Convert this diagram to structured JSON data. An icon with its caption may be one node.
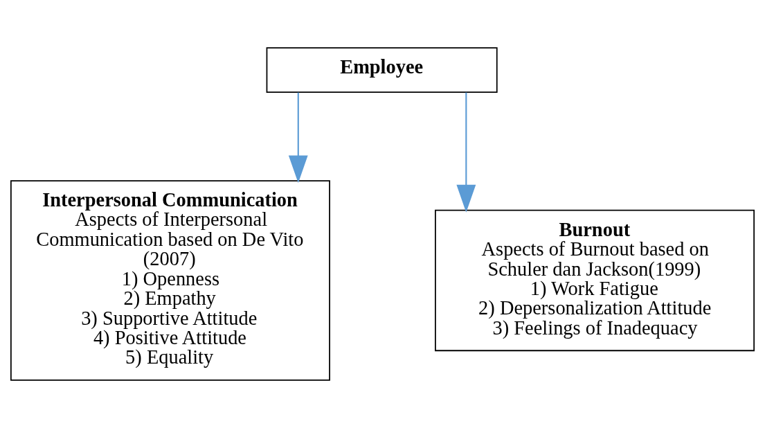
{
  "diagram": {
    "nodes": [
      {
        "text": [
          "Employee"
        ]
      },
      {
        "text": [
          "Interpersonal Communication",
          "Aspects of Interpersonal Communication based on De Vito (2007)",
          "1) Openness",
          "2) Empathy",
          "3) Supportive Attitude",
          "4) Positive Attitude",
          "5) Equality"
        ]
      },
      {
        "text": [
          "Burnout",
          "Aspects of Burnout based on Schuler dan Jackson(1999)",
          "1) Work Fatigue",
          "2) Depersonalization Attitude",
          "3) Feelings of Inadequacy"
        ]
      }
    ],
    "edges": [
      {
        "from": 0,
        "to": 1,
        "arrow": "to"
      },
      {
        "from": 0,
        "to": 2,
        "arrow": "to"
      }
    ]
  }
}
